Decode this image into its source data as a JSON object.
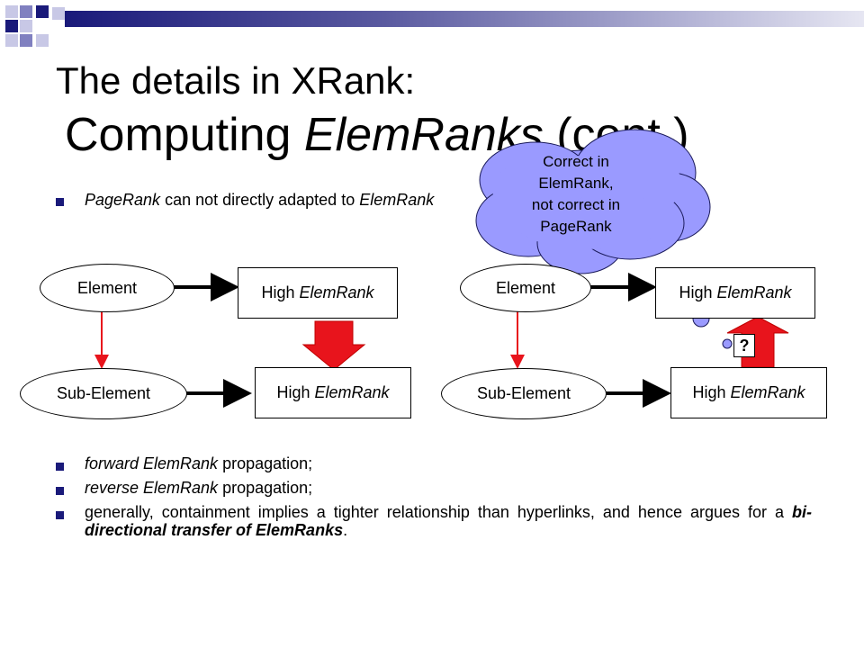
{
  "title": {
    "line1": "The details in XRank:",
    "line2_prefix": "Computing ",
    "line2_italic": "ElemRanks",
    "line2_suffix": " (cont.)"
  },
  "top_bullet": {
    "italic1": "PageRank",
    "text1": " can not directly adapted to ",
    "italic2": "ElemRank"
  },
  "cloud": {
    "line1": "Correct in",
    "line2": "ElemRank,",
    "line3": "not correct in",
    "line4": "PageRank"
  },
  "diagram_left": {
    "element_label": "Element",
    "sub_element_label": "Sub-Element",
    "high_prefix": "High ",
    "high_italic": "ElemRank"
  },
  "diagram_right": {
    "element_label": "Element",
    "sub_element_label": "Sub-Element",
    "high_prefix": "High ",
    "high_italic": "ElemRank",
    "question": "?"
  },
  "bullets": [
    {
      "italic": "forward ElemRank",
      "text": " propagation;"
    },
    {
      "italic": "reverse ElemRank",
      "text": " propagation;"
    },
    {
      "text1": "generally, containment implies a tighter relationship than hyperlinks, and hence argues for a ",
      "bold_italic": "bi-directional transfer of ElemRanks",
      "text2": "."
    }
  ],
  "colors": {
    "bullet": "#1a1a7a",
    "arrow_red": "#e8141c",
    "cloud_fill": "#9a9aff",
    "deco_dark": "#1a1a7a",
    "deco_light": "#c8c8e6"
  }
}
